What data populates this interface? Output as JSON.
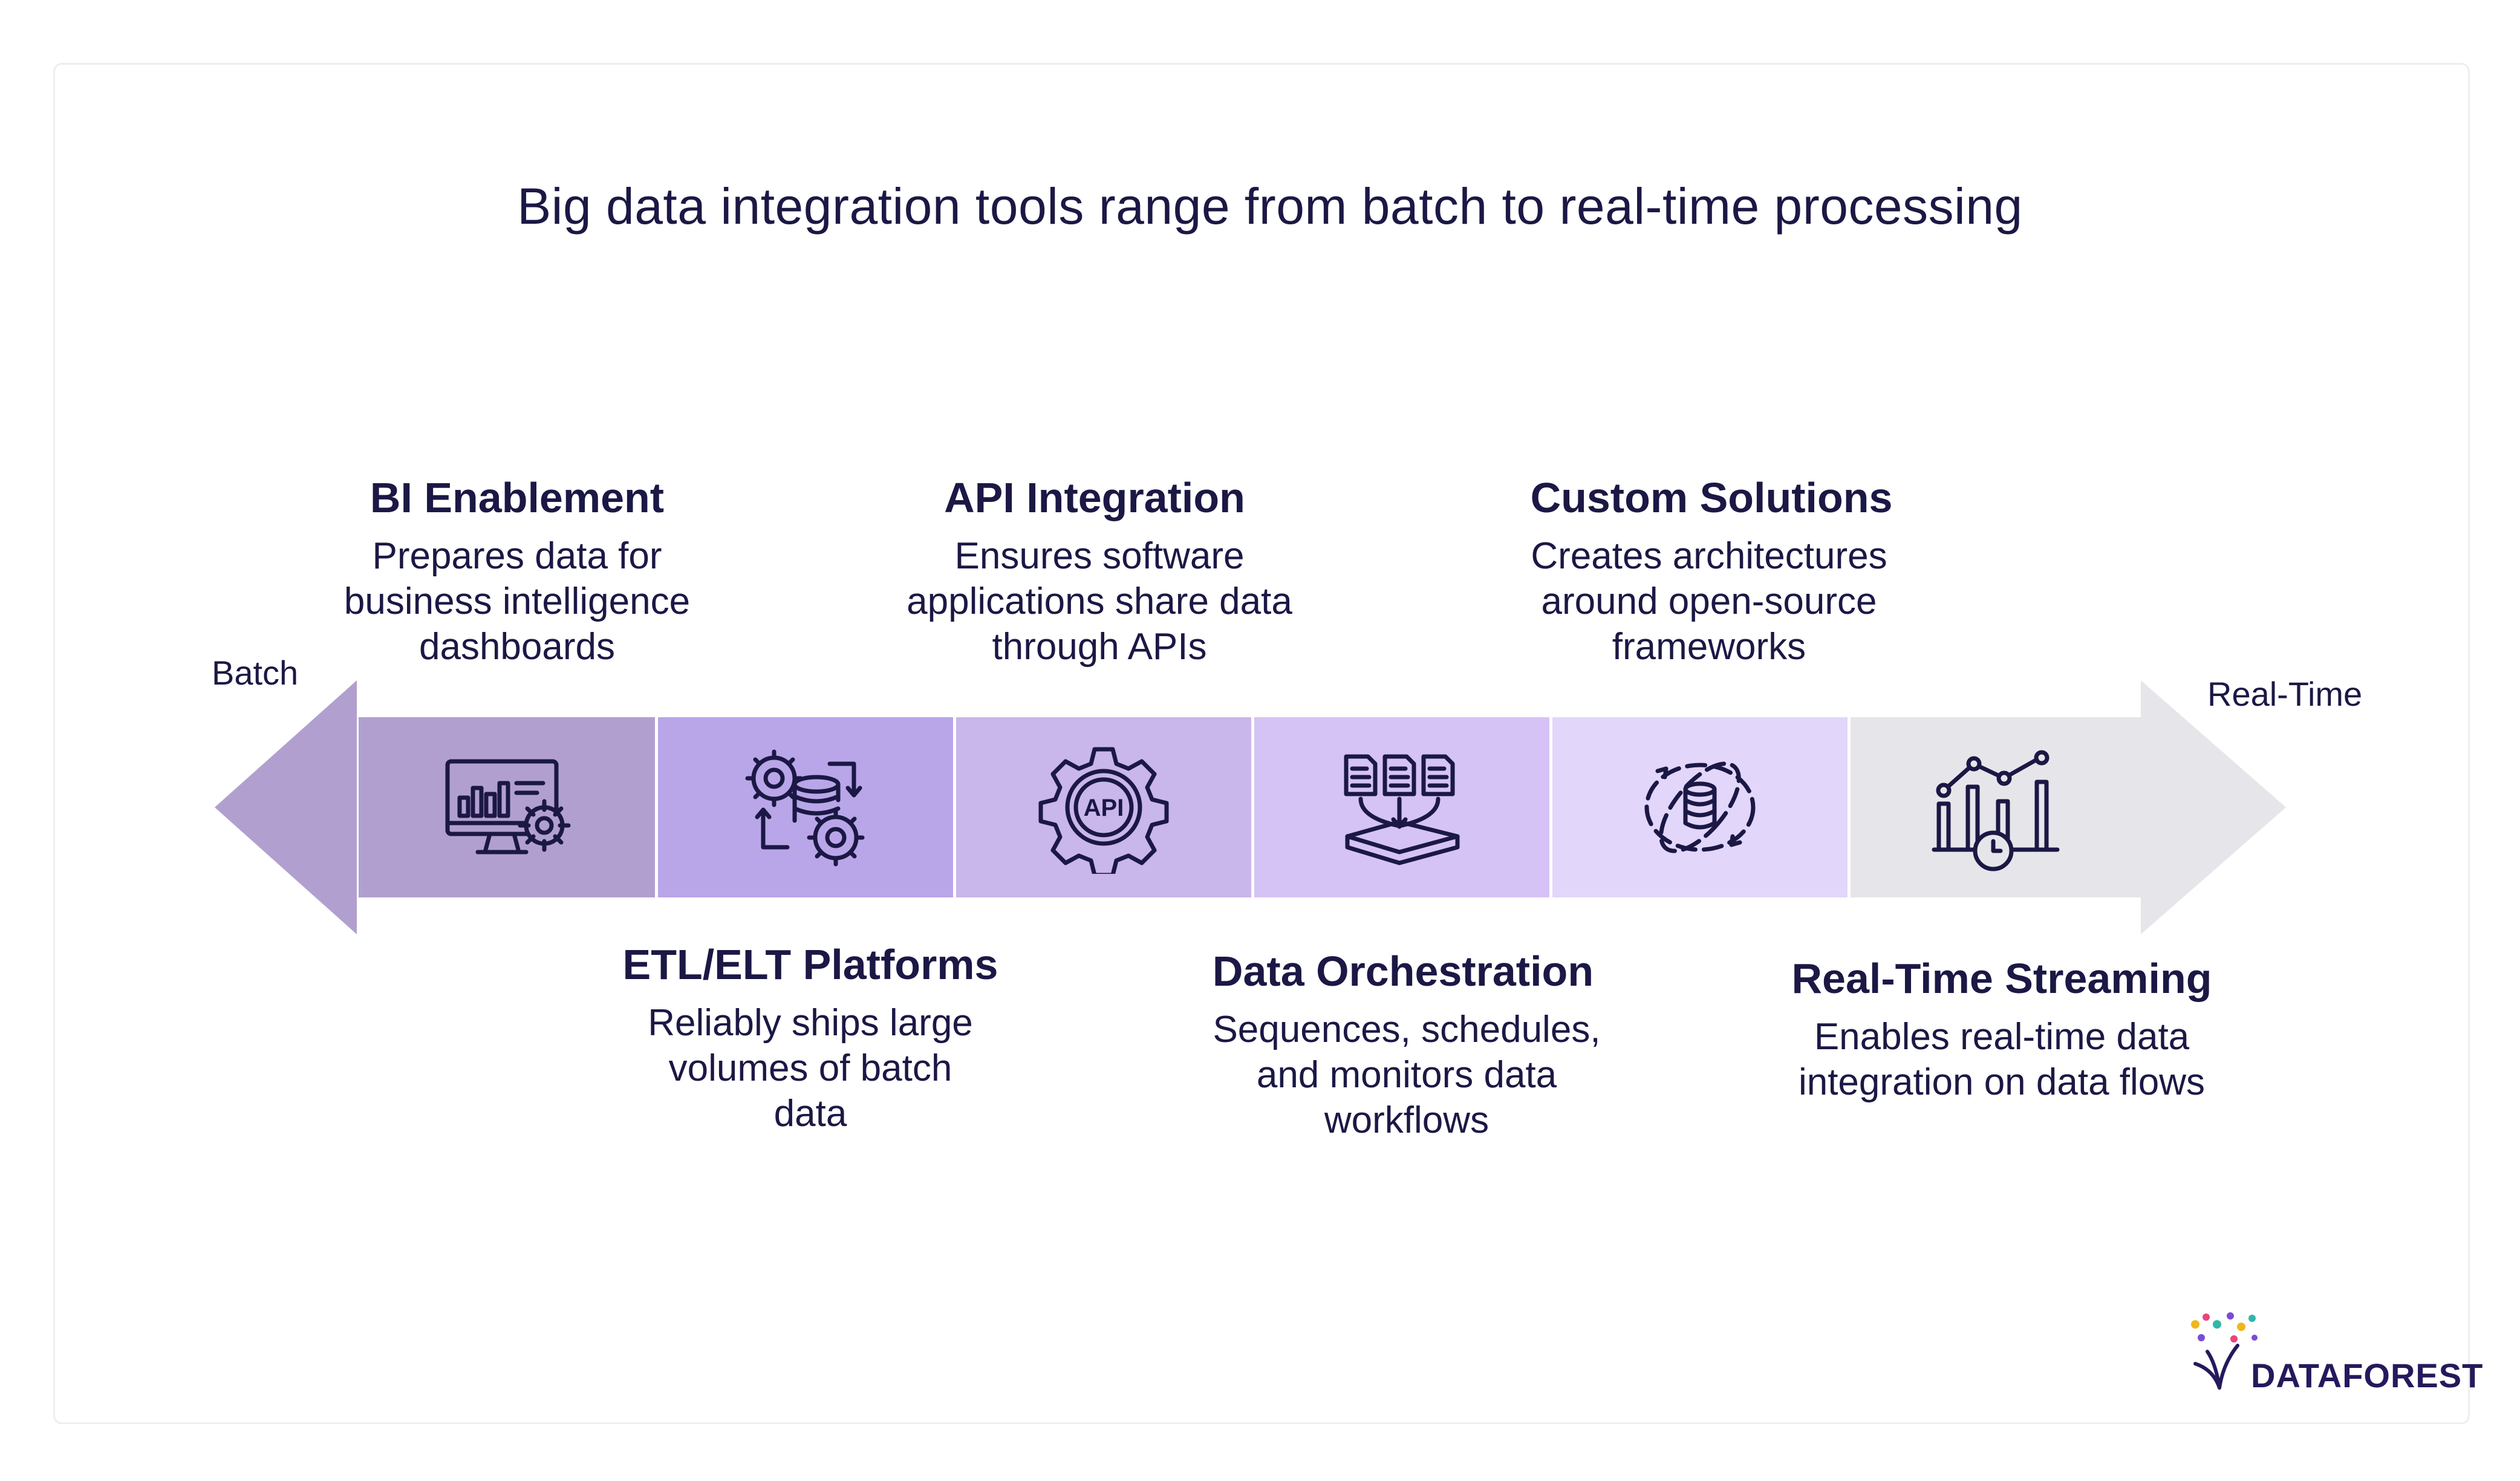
{
  "title": "Big data integration tools range from batch to real-time processing",
  "axis": {
    "left_label": "Batch",
    "right_label": "Real-Time"
  },
  "colors": {
    "left_arrow": "#b1a0cf",
    "seg1": "#b1a0cf",
    "seg2": "#b9a6e8",
    "seg3": "#c9b6ea",
    "seg4": "#d5c3f5",
    "seg5": "#e2d6fa",
    "seg6": "#e6e6ea",
    "right_arrow": "#e6e6ea",
    "text": "#1b1845"
  },
  "stages": [
    {
      "title": "BI Enablement",
      "description": "Prepares data for business intelligence dashboards",
      "icon": "monitor-chart-gear-icon"
    },
    {
      "title": "ETL/ELT Platforms",
      "description": "Reliably ships large volumes of batch data",
      "icon": "gears-database-icon"
    },
    {
      "title": "API Integration",
      "description": "Ensures software applications share data through APIs",
      "icon": "api-gear-icon"
    },
    {
      "title": "Data Orchestration",
      "description": "Sequences, schedules, and monitors data workflows",
      "icon": "documents-tray-icon"
    },
    {
      "title": "Custom Solutions",
      "description": "Creates architectures around open-source frameworks",
      "icon": "database-orbit-icon"
    },
    {
      "title": "Real-Time Streaming",
      "description": "Enables real-time data integration on data flows",
      "icon": "bar-chart-clock-icon"
    }
  ],
  "brand": {
    "name": "DATAFOREST"
  }
}
